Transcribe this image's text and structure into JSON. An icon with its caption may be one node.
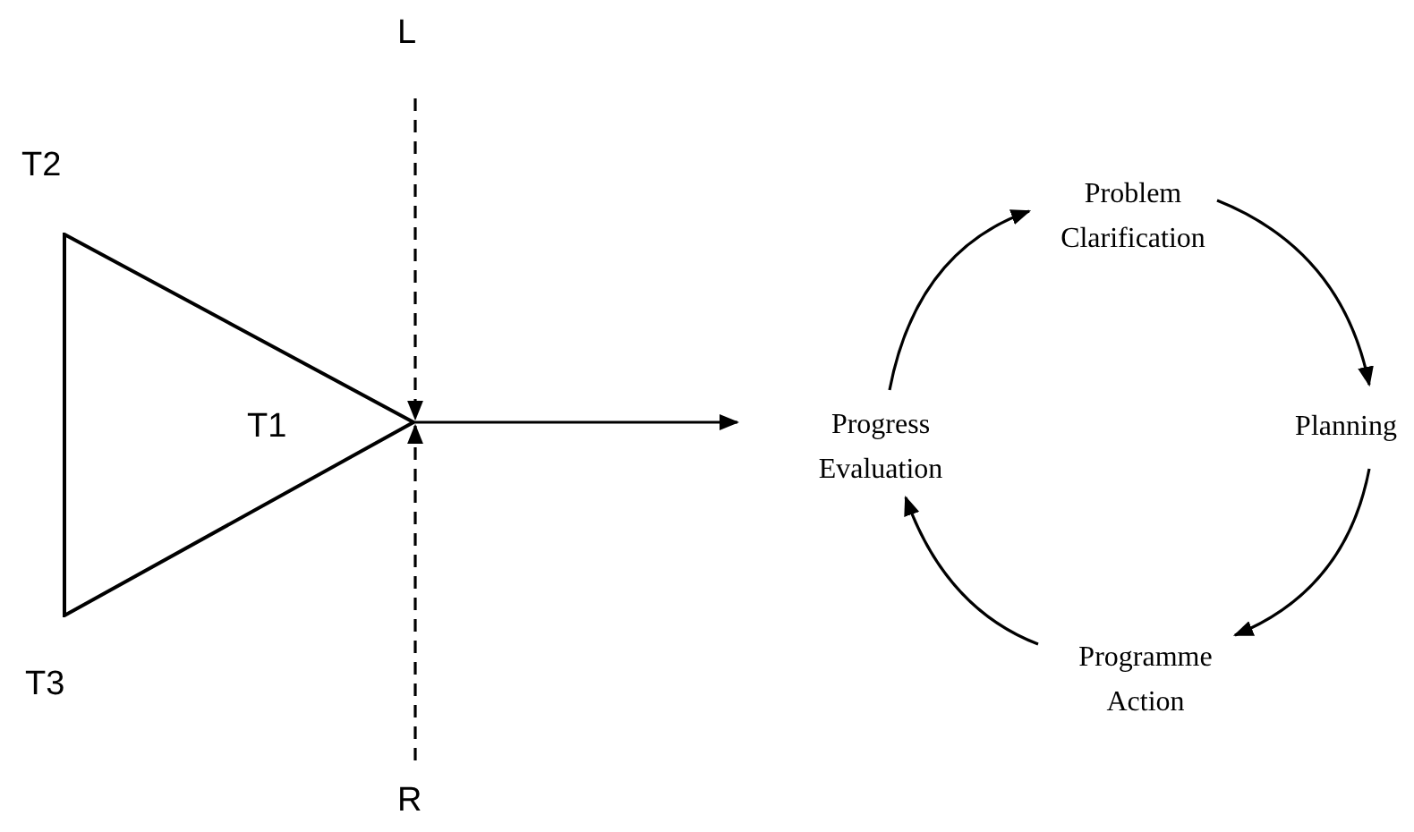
{
  "diagram": {
    "nodes": [
      {
        "text": [
          "L"
        ]
      },
      {
        "text": [
          "T1"
        ],
        "beside": [
          "T2",
          "T3"
        ]
      },
      {
        "text": [
          "R"
        ]
      },
      {
        "text": [
          "Problem Clarification"
        ]
      },
      {
        "text": [
          "Planning"
        ]
      },
      {
        "text": [
          "Programme Action"
        ]
      },
      {
        "text": [
          "Progress Evaluation"
        ]
      }
    ],
    "edges": [
      {
        "from": 0,
        "to": 1,
        "arrow": "to",
        "style": "dashed"
      },
      {
        "from": 2,
        "to": 1,
        "arrow": "to",
        "style": "dashed"
      },
      {
        "from": 1,
        "to": 6,
        "arrow": "to"
      },
      {
        "from": 3,
        "to": 4,
        "arrow": "to"
      },
      {
        "from": 4,
        "to": 5,
        "arrow": "to"
      },
      {
        "from": 5,
        "to": 6,
        "arrow": "to"
      },
      {
        "from": 6,
        "to": 3,
        "arrow": "to"
      }
    ]
  }
}
